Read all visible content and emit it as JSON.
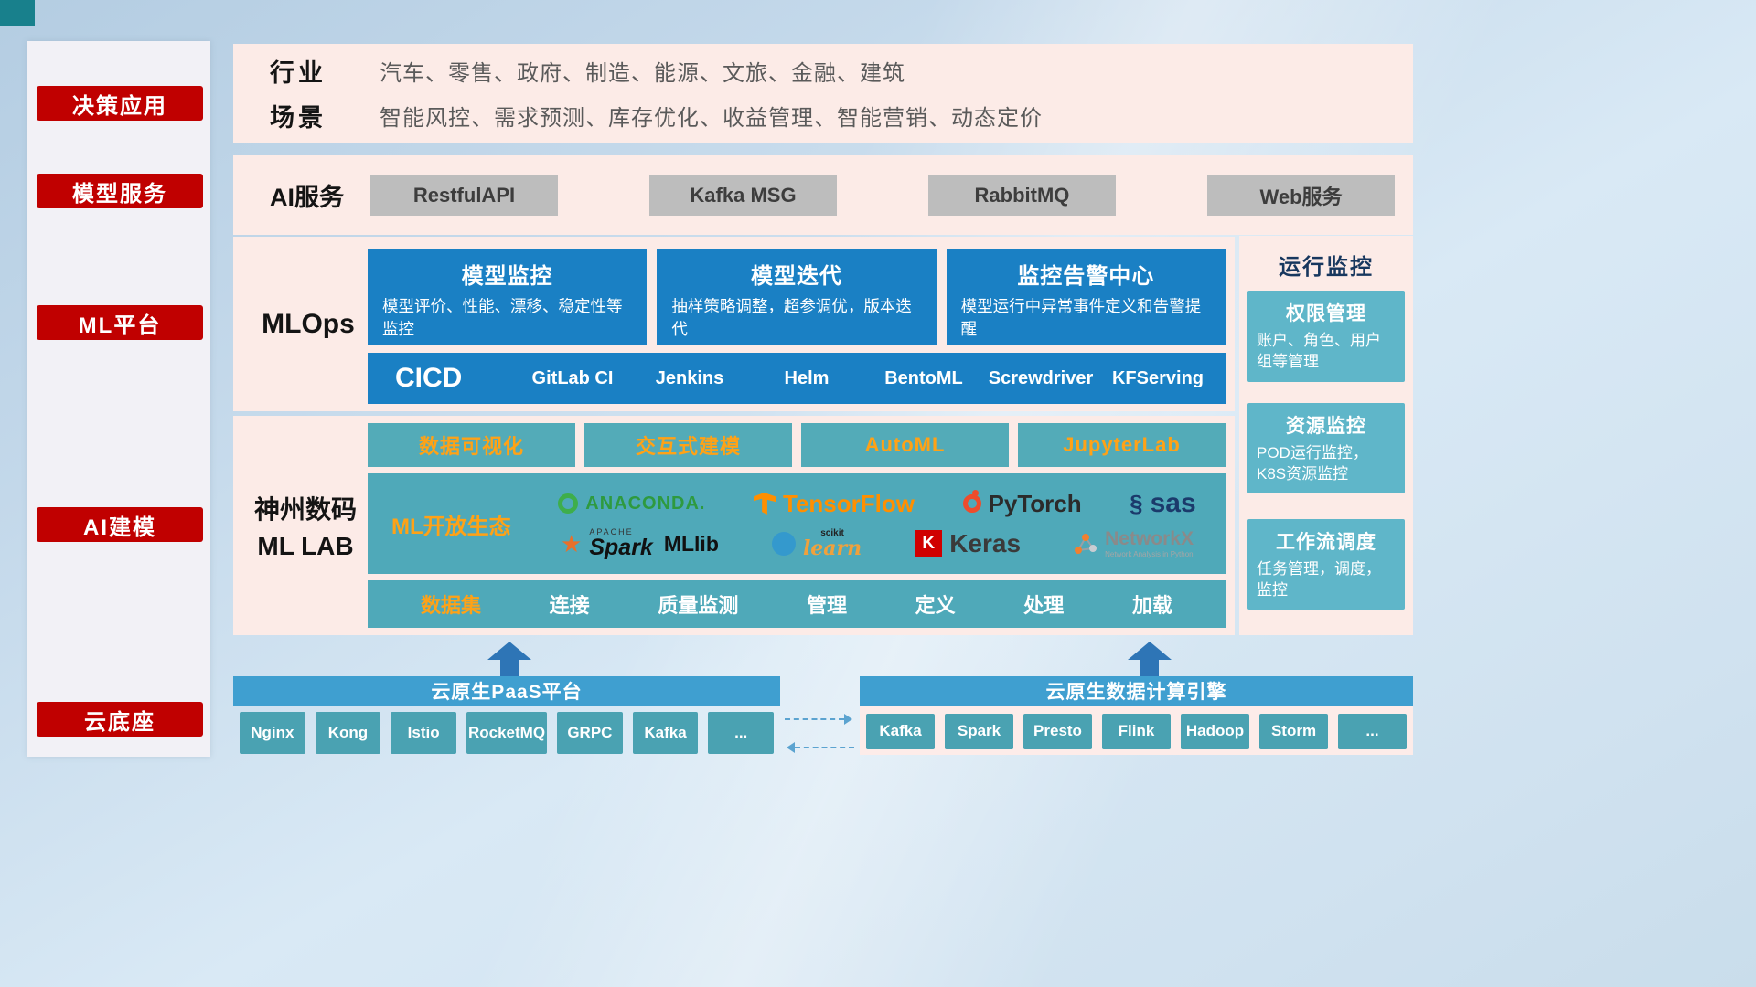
{
  "sidebar": {
    "items": [
      {
        "label": "决策应用"
      },
      {
        "label": "模型服务"
      },
      {
        "label": "ML平台"
      },
      {
        "label": "AI建模"
      },
      {
        "label": "云底座"
      }
    ]
  },
  "industry": {
    "row1_label": "行业",
    "row1_text": "汽车、零售、政府、制造、能源、文旅、金融、建筑",
    "row2_label": "场景",
    "row2_text": "智能风控、需求预测、库存优化、收益管理、智能营销、动态定价"
  },
  "ai_service": {
    "label": "AI服务",
    "buttons": [
      "RestfulAPI",
      "Kafka MSG",
      "RabbitMQ",
      "Web服务"
    ]
  },
  "mlops": {
    "label": "MLOps",
    "cards": [
      {
        "title": "模型监控",
        "desc": "模型评价、性能、漂移、稳定性等监控"
      },
      {
        "title": "模型迭代",
        "desc": "抽样策略调整，超参调优，版本迭代"
      },
      {
        "title": "监控告警中心",
        "desc": "模型运行中异常事件定义和告警提醒"
      }
    ],
    "cicd_label": "CICD",
    "cicd_items": [
      "GitLab CI",
      "Jenkins",
      "Helm",
      "BentoML",
      "Screwdriver",
      "KFServing"
    ]
  },
  "mllab": {
    "label_line1": "神州数码",
    "label_line2": "ML LAB",
    "tools": [
      "数据可视化",
      "交互式建模",
      "AutoML",
      "JupyterLab"
    ],
    "ecosystem_label": "ML开放生态",
    "logos": {
      "anaconda": "ANACONDA.",
      "tensorflow": "TensorFlow",
      "pytorch": "PyTorch",
      "sas_mark": "§",
      "sas": "sas",
      "spark_top": "APACHE",
      "spark_star": "★",
      "spark": "Spark",
      "mllib": "MLlib",
      "scikit_top": "scikit",
      "scikit": "learn",
      "keras_letter": "K",
      "keras": "Keras",
      "networkx": "NetworkX",
      "networkx_sub": "Network Analysis in Python"
    },
    "data_row": [
      "数据集",
      "连接",
      "质量监测",
      "管理",
      "定义",
      "处理",
      "加载"
    ]
  },
  "monitoring": {
    "title": "运行监控",
    "cards": [
      {
        "title": "权限管理",
        "desc": "账户、角色、用户组等管理"
      },
      {
        "title": "资源监控",
        "desc": "POD运行监控，K8S资源监控"
      },
      {
        "title": "工作流调度",
        "desc": "任务管理，调度，监控"
      }
    ]
  },
  "foundation": {
    "paas_title": "云原生PaaS平台",
    "paas_items": [
      "Nginx",
      "Kong",
      "Istio",
      "RocketMQ",
      "GRPC",
      "Kafka",
      "..."
    ],
    "engine_title": "云原生数据计算引擎",
    "engine_items": [
      "Kafka",
      "Spark",
      "Presto",
      "Flink",
      "Hadoop",
      "Storm",
      "..."
    ]
  },
  "colors": {
    "sidebar_red": "#c00000",
    "panel_pink": "#fcebe7",
    "mlops_blue": "#1a80c4",
    "teal": "#4fa9b9",
    "teal_light": "#5fb6c9",
    "accent_orange": "#ffa216",
    "bar_blue": "#3f9fd0",
    "arrow_blue": "#2e75b6",
    "title_navy": "#17375e"
  }
}
